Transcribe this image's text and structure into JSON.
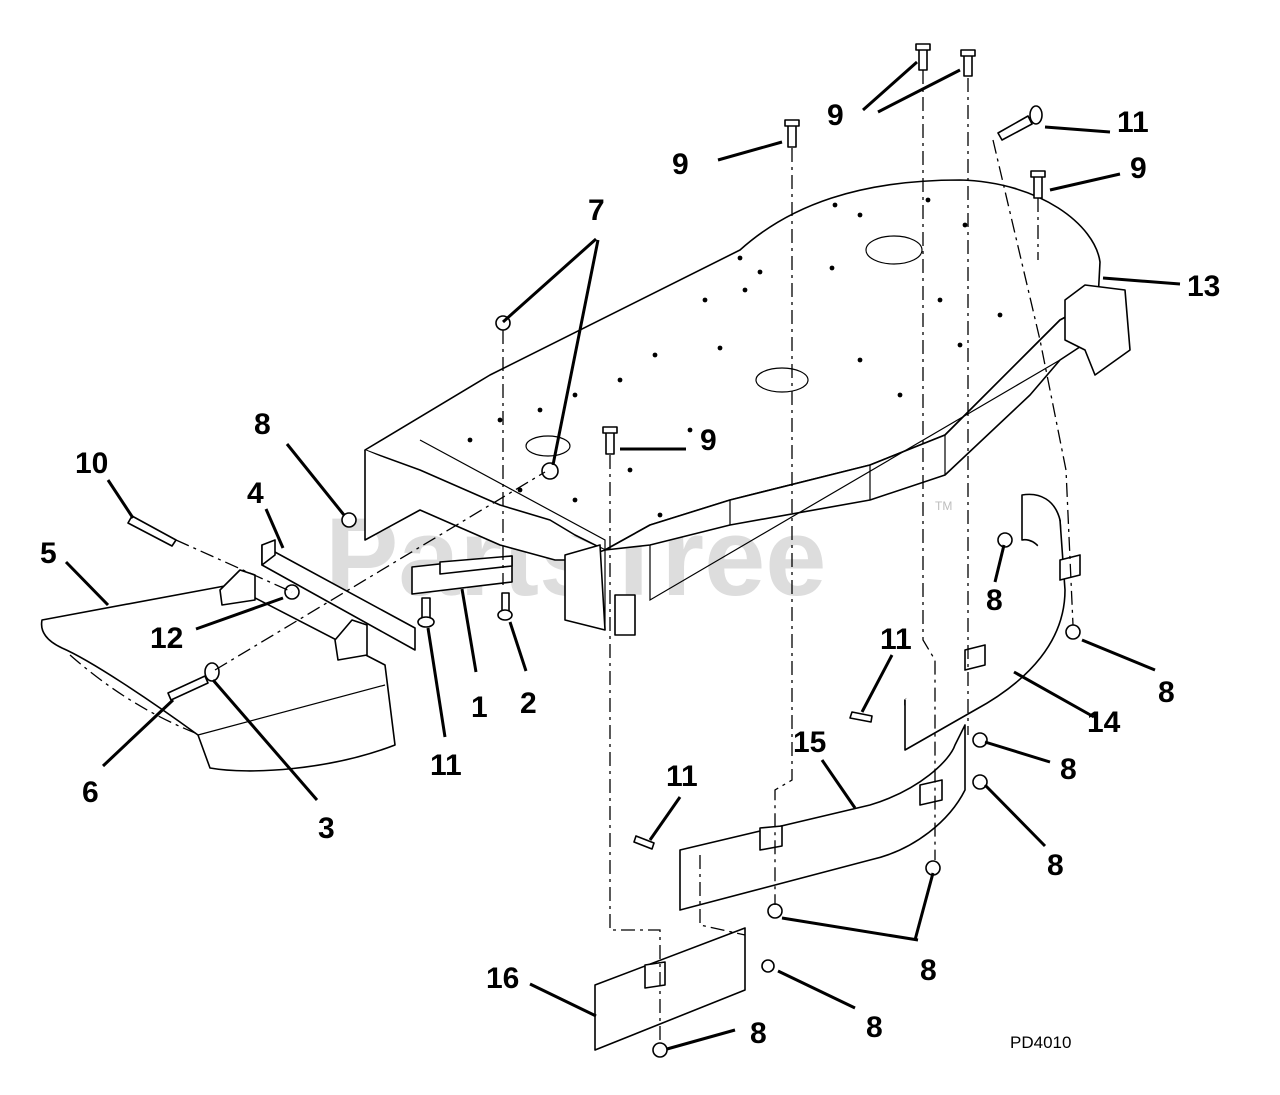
{
  "callouts": {
    "c1": "1",
    "c2": "2",
    "c3": "3",
    "c4": "4",
    "c5": "5",
    "c6": "6",
    "c7": "7",
    "c8a": "8",
    "c8b": "8",
    "c8c": "8",
    "c8d": "8",
    "c8e": "8",
    "c8f": "8",
    "c8g": "8",
    "c8h": "8",
    "c9a": "9",
    "c9b": "9",
    "c9c": "9",
    "c9d": "9",
    "c10": "10",
    "c11a": "11",
    "c11b": "11",
    "c11c": "11",
    "c11d": "11",
    "c12": "12",
    "c13": "13",
    "c14": "14",
    "c15": "15",
    "c16": "16"
  },
  "diagram_code": "PD4010",
  "watermark": {
    "brand": "PartsTree",
    "trademark": "TM"
  }
}
